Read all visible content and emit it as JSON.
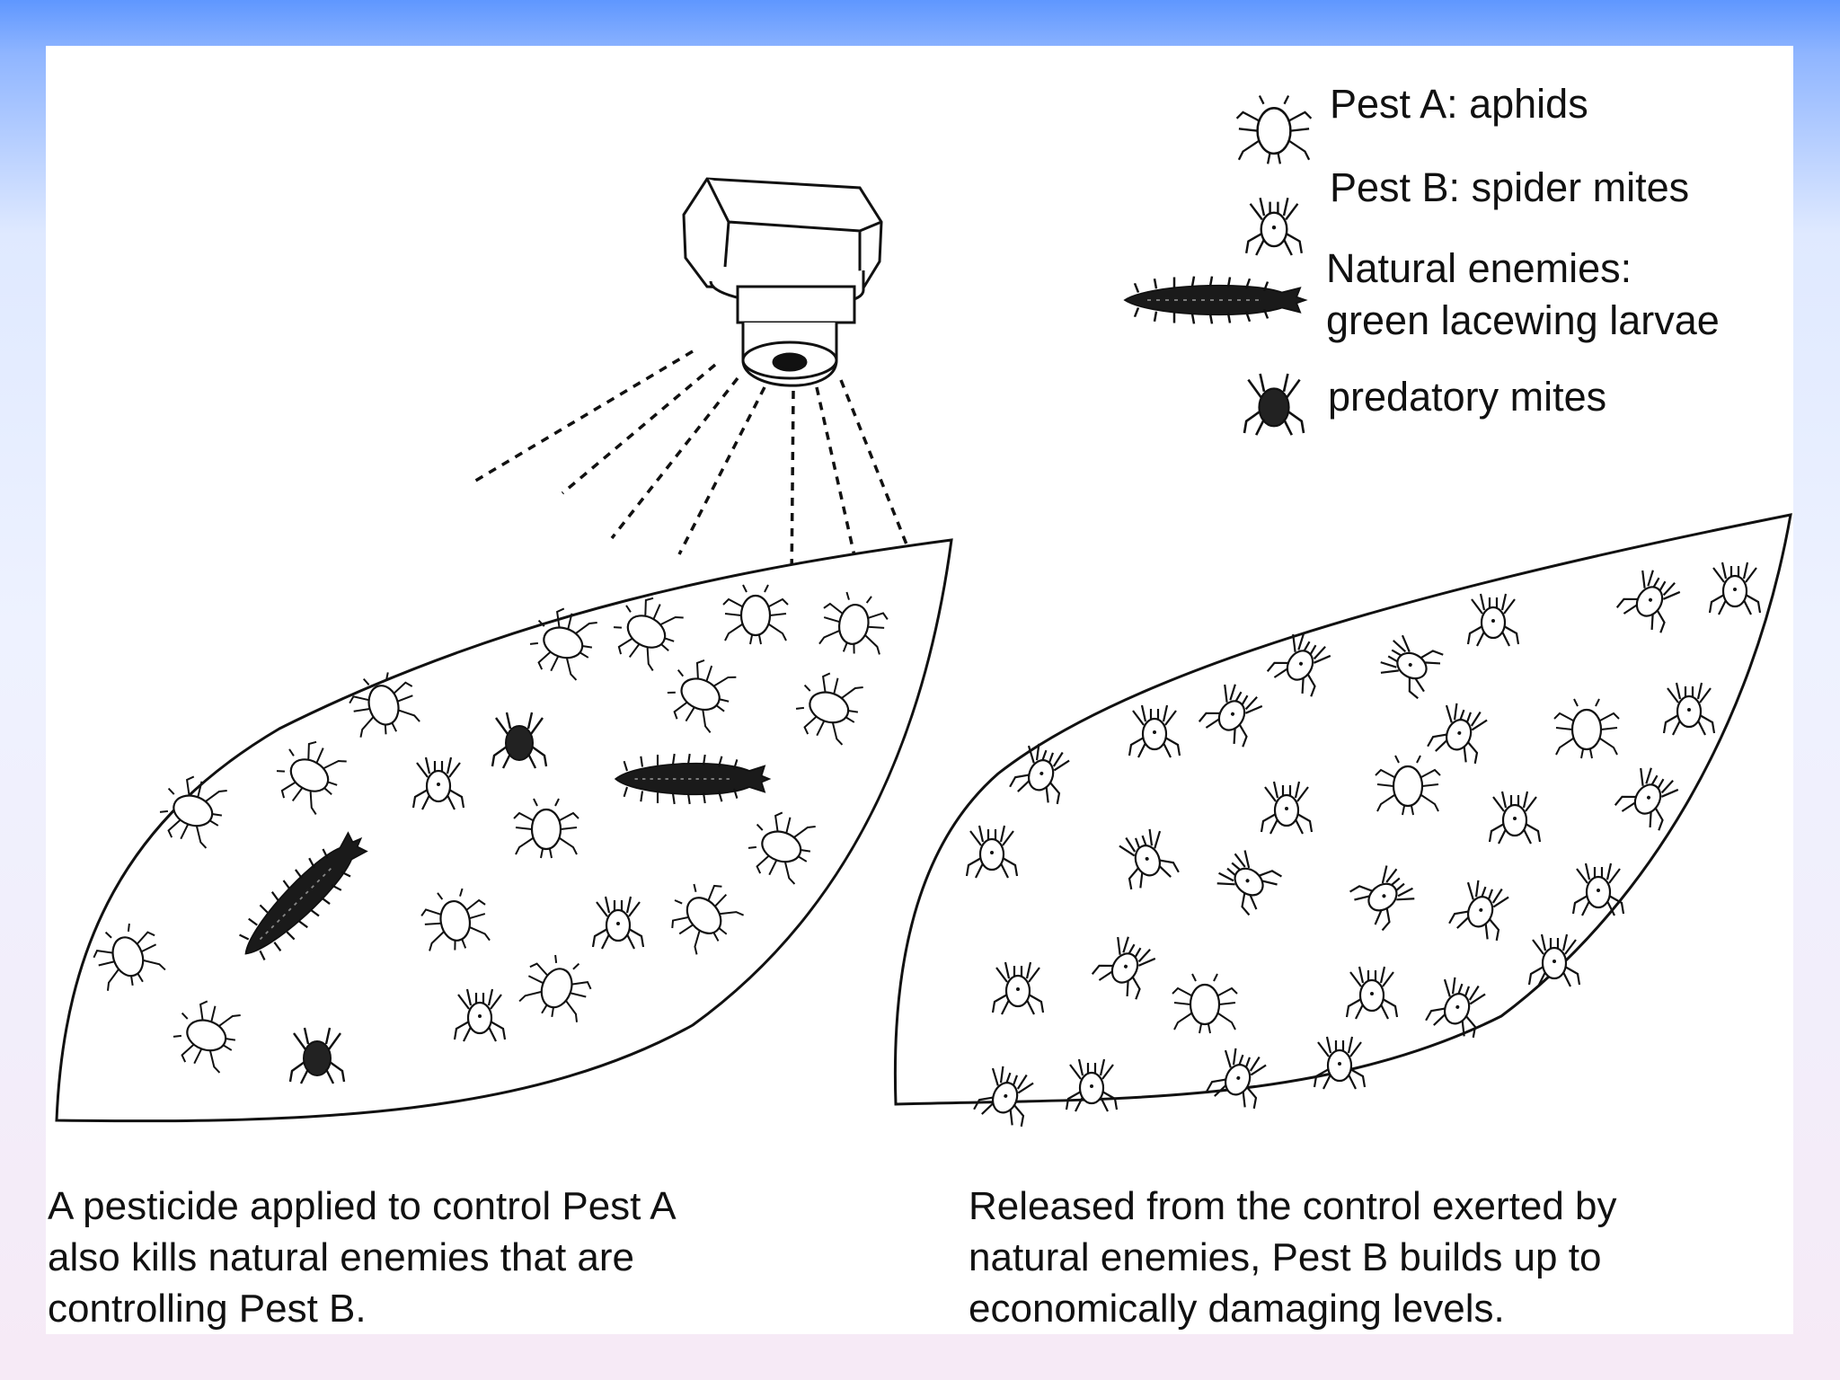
{
  "legend": {
    "pest_a": "Pest A: aphids",
    "pest_b": "Pest B: spider mites",
    "natural_enemies_heading": "Natural enemies:",
    "lacewing": "green lacewing larvae",
    "predatory_mites": "predatory mites"
  },
  "captions": {
    "left": "A pesticide applied to control Pest A\nalso kills natural enemies that are\ncontrolling Pest B.",
    "right": "Released from the control exerted by\nnatural enemies, Pest B builds up to\neconomically damaging levels."
  },
  "icons": {
    "aphid": "aphid-icon",
    "spider_mite": "spider-mite-icon",
    "lacewing_larva": "lacewing-larva-icon",
    "predatory_mite": "predatory-mite-icon",
    "spray_nozzle": "spray-nozzle-icon"
  },
  "colors": {
    "ink": "#111111",
    "panel": "#ffffff",
    "frame_top": "#5f97ff"
  }
}
